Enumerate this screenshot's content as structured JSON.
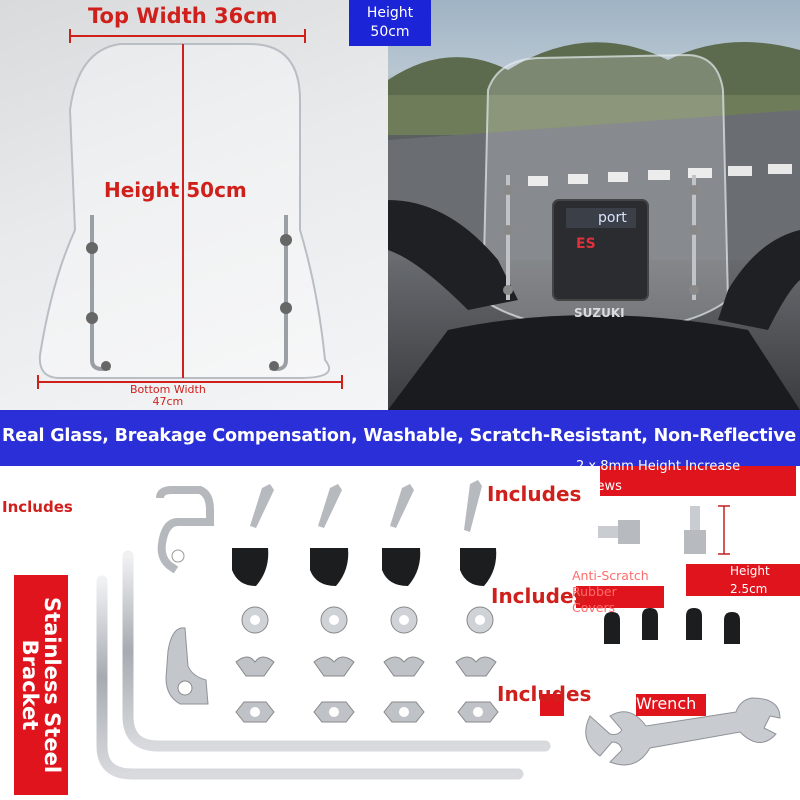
{
  "top_left": {
    "top_width": "Top Width 36cm",
    "height": "Height 50cm",
    "bottom_width_line1": "Bottom Width",
    "bottom_width_line2": "47cm"
  },
  "top_right": {
    "badge_line1": "Height",
    "badge_line2": "50cm",
    "brand_text": "port",
    "es_text": "ES",
    "suzuki_text": "SUZUKI"
  },
  "banner": {
    "text": "Real Glass, Breakage Compensation, Washable, Scratch-Resistant, Non-Reflective"
  },
  "parts": {
    "includes_left": "Includes",
    "includes_1": "Includes",
    "includes_2": "Includes",
    "includes_3": "Includes",
    "screws_line1": "2 x 8mm Height Increase",
    "screws_line2": "Screws",
    "height_line1": "Height",
    "height_line2": "2.5cm",
    "anti_line1": "Anti-Scratch",
    "anti_line2": "Rubber",
    "anti_line3": "Covers",
    "wrench": "Wrench",
    "bracket_label": "Stainless Steel Bracket"
  },
  "colors": {
    "accent_red": "#e0141c",
    "banner_blue": "#2a2fd8",
    "badge_blue": "#1b24d6"
  }
}
